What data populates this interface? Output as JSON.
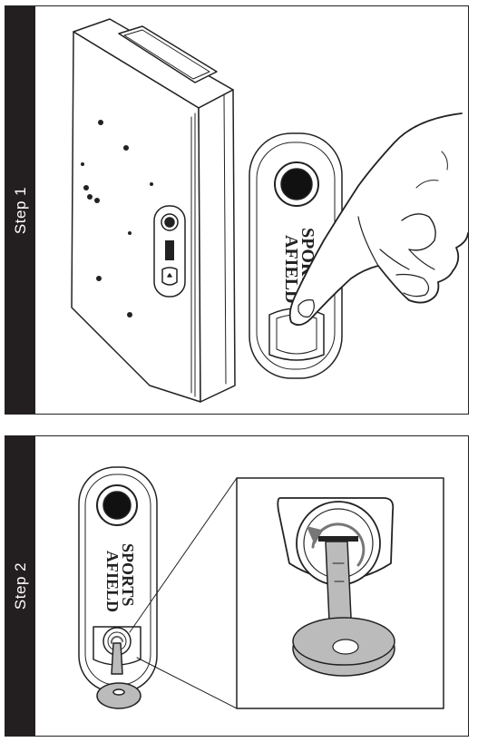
{
  "steps": [
    {
      "label": "Step 1"
    },
    {
      "label": "Step 2"
    }
  ],
  "brand": {
    "line1": "SPORTS",
    "line2": "AFIELD"
  }
}
